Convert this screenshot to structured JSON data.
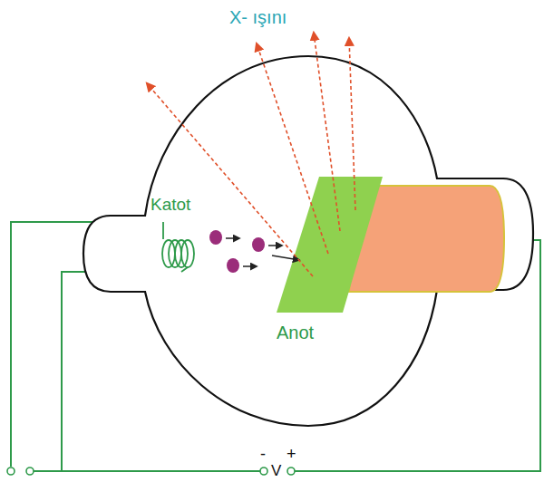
{
  "diagram": {
    "labels": [
      "X- ışını",
      "Katot",
      "Anot",
      "-",
      "+",
      "V"
    ]
  }
}
